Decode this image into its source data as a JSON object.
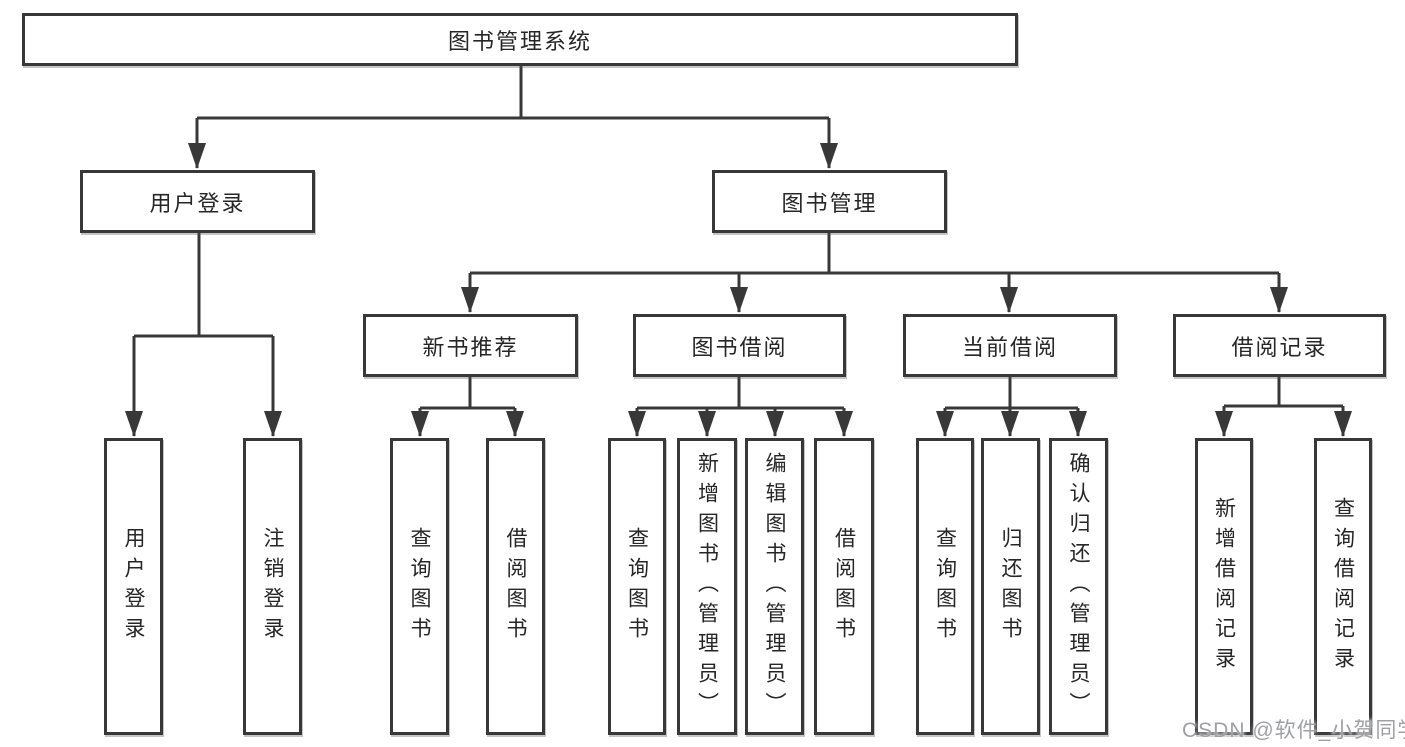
{
  "tree": {
    "root": {
      "label": "图书管理系统"
    },
    "branches": [
      {
        "label": "用户登录",
        "leaves": [
          {
            "label": "用户登录"
          },
          {
            "label": "注销登录"
          }
        ]
      },
      {
        "label": "图书管理",
        "groups": [
          {
            "label": "新书推荐",
            "leaves": [
              {
                "label": "查询图书"
              },
              {
                "label": "借阅图书"
              }
            ]
          },
          {
            "label": "图书借阅",
            "leaves": [
              {
                "label": "查询图书"
              },
              {
                "label": "新增图书（管理员）"
              },
              {
                "label": "编辑图书（管理员）"
              },
              {
                "label": "借阅图书"
              }
            ]
          },
          {
            "label": "当前借阅",
            "leaves": [
              {
                "label": "查询图书"
              },
              {
                "label": "归还图书"
              },
              {
                "label": "确认归还（管理员）"
              }
            ]
          },
          {
            "label": "借阅记录",
            "leaves": [
              {
                "label": "新增借阅记录"
              },
              {
                "label": "查询借阅记录"
              }
            ]
          }
        ]
      }
    ]
  },
  "watermark": {
    "text": "CSDN @软件_小贺同学"
  },
  "colors": {
    "line": "#383838",
    "node_border": "#383838",
    "text": "#262626",
    "background": "#ffffff",
    "watermark_text": "#9fa0a4"
  }
}
